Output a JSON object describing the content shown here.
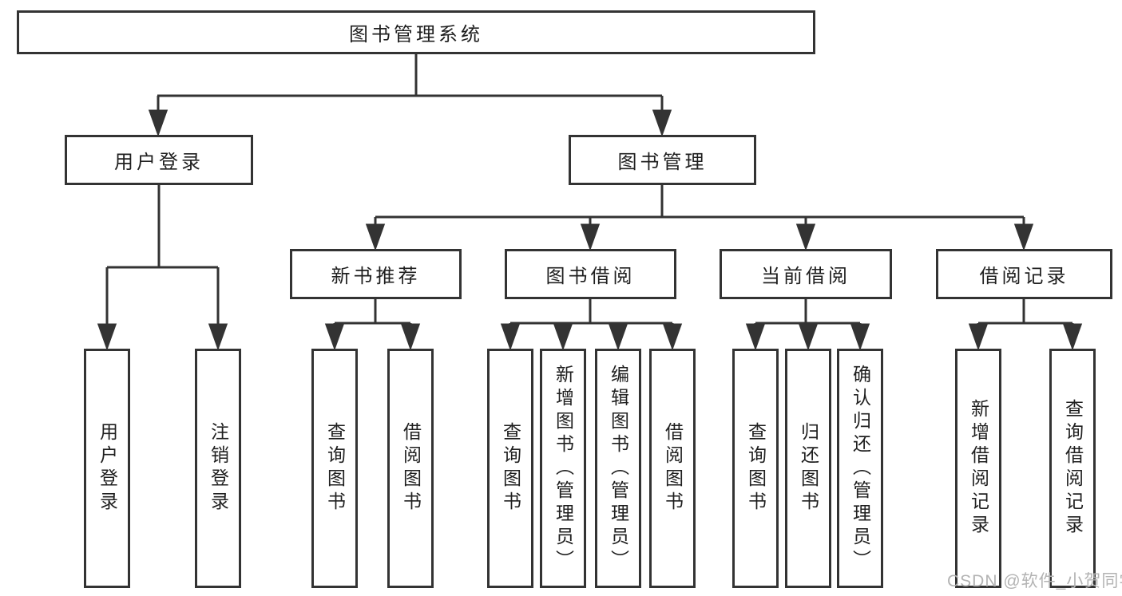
{
  "colors": {
    "line": "#333333",
    "box_border": "#333333",
    "text": "#1f1f1f",
    "watermark": "#b3b3b3"
  },
  "watermark": {
    "text": "CSDN @软件_小贺同学"
  },
  "tree": {
    "root": "图书管理系统",
    "user_login": {
      "label": "用户登录",
      "children": [
        "用户登录",
        "注销登录"
      ]
    },
    "book_mgmt": {
      "label": "图书管理",
      "modules": {
        "new_book": {
          "label": "新书推荐",
          "children": [
            "查询图书",
            "借阅图书"
          ]
        },
        "borrow": {
          "label": "图书借阅",
          "children": [
            "查询图书",
            "新增图书（管理员）",
            "编辑图书（管理员）",
            "借阅图书"
          ]
        },
        "current": {
          "label": "当前借阅",
          "children": [
            "查询图书",
            "归还图书",
            "确认归还（管理员）"
          ]
        },
        "records": {
          "label": "借阅记录",
          "children": [
            "新增借阅记录",
            "查询借阅记录"
          ]
        }
      }
    }
  }
}
